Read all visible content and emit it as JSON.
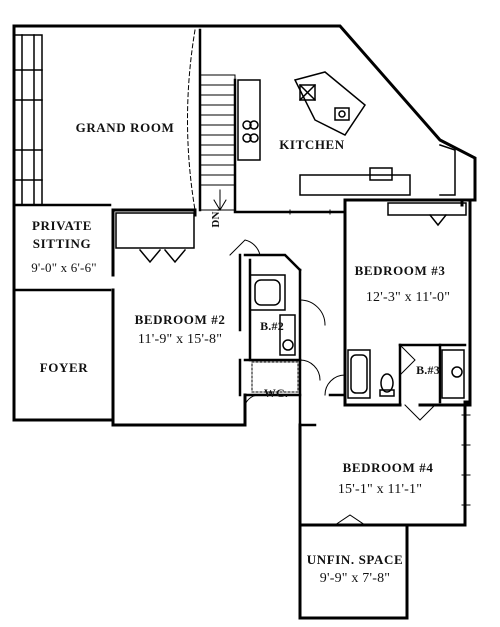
{
  "rooms": {
    "grand_room": {
      "name": "GRAND ROOM"
    },
    "kitchen": {
      "name": "KITCHEN"
    },
    "private_sitting": {
      "name_line1": "PRIVATE",
      "name_line2": "SITTING",
      "dims": "9'-0\" x 6'-6\""
    },
    "foyer": {
      "name": "FOYER"
    },
    "bedroom2": {
      "name": "BEDROOM #2",
      "dims": "11'-9\" x 15'-8\""
    },
    "bath2": {
      "name": "B.#2"
    },
    "wc": {
      "name": "WC."
    },
    "bedroom3": {
      "name": "BEDROOM #3",
      "dims": "12'-3\" x 11'-0\""
    },
    "bath3": {
      "name": "B.#3"
    },
    "bedroom4": {
      "name": "BEDROOM #4",
      "dims": "15'-1\" x 11'-1\""
    },
    "unfin_space": {
      "name": "UNFIN. SPACE",
      "dims": "9'-9\" x 7'-8\""
    }
  },
  "stair": {
    "label": "DN."
  },
  "colors": {
    "wall": "#000000",
    "background": "#ffffff"
  }
}
